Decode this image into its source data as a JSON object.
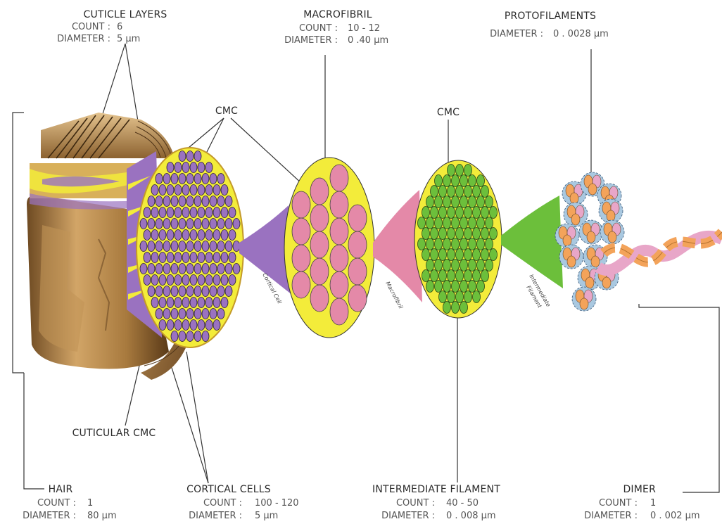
{
  "labels": {
    "cuticle_layers": {
      "title": "CUTICLE LAYERS",
      "count_label": "COUNT :",
      "count_value": "6",
      "diameter_label": "DIAMETER :",
      "diameter_value": "5 µm"
    },
    "macrofibril": {
      "title": "MACROFIBRIL",
      "count_label": "COUNT :",
      "count_value": "10 - 12",
      "diameter_label": "DIAMETER :",
      "diameter_value": "0 .40 µm"
    },
    "protofilaments": {
      "title": "PROTOFILAMENTS",
      "diameter_label": "DIAMETER :",
      "diameter_value": "0 . 0028 µm"
    },
    "cmc_left": "CMC",
    "cmc_right": "CMC",
    "cuticular_cmc": "CUTICULAR CMC",
    "hair": {
      "title": "HAIR",
      "count_label": "COUNT :",
      "count_value": "1",
      "diameter_label": "DIAMETER :",
      "diameter_value": "80 µm"
    },
    "cortical_cells": {
      "title": "CORTICAL CELLS",
      "count_label": "COUNT :",
      "count_value": "100 - 120",
      "diameter_label": "DIAMETER :",
      "diameter_value": "5 µm"
    },
    "intermediate_filament": {
      "title": "INTERMEDIATE FILAMENT",
      "count_label": "COUNT :",
      "count_value": "40 - 50",
      "diameter_label": "DIAMETER :",
      "diameter_value": "0 . 008 µm"
    },
    "dimer": {
      "title": "DIMER",
      "count_label": "COUNT :",
      "count_value": "1",
      "diameter_label": "DIAMETER :",
      "diameter_value": "0 . 002 µm"
    },
    "connector_cortical_cell": "Cortical Cell",
    "connector_macrofibril": "Macrofibril",
    "connector_intermediate_filament_1": "Intermediate",
    "connector_intermediate_filament_2": "Filament"
  },
  "colors": {
    "hair_gold": "#b88a4a",
    "cortex_purple": "#9a72c0",
    "cmc_yellow": "#f3ec3a",
    "macrofibril_pink": "#e489a8",
    "filament_green": "#6cbf3b",
    "protofilament_orange": "#f3a35a",
    "protofilament_pink": "#e8a6c8",
    "protofilament_blue": "#a9c8e0"
  }
}
